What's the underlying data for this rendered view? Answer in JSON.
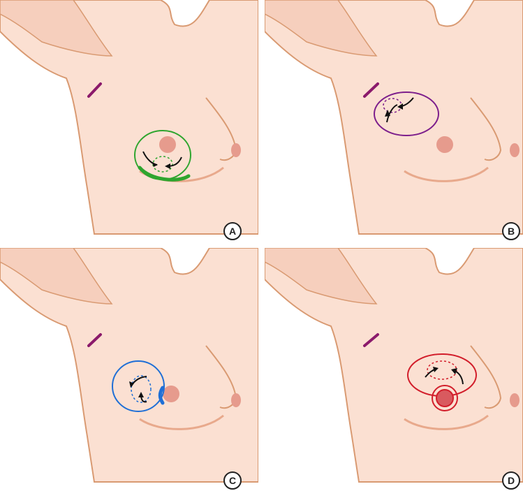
{
  "panels": [
    {
      "label": "A",
      "technique_color": "#2ea52e"
    },
    {
      "label": "B",
      "technique_color": "#7d1f8c"
    },
    {
      "label": "C",
      "technique_color": "#1f6fd6"
    },
    {
      "label": "D",
      "technique_color": "#d21e2b"
    }
  ],
  "colors": {
    "skin": "#fbe0d2",
    "skin_shadow": "#f1c2ac",
    "outline": "#d99a72",
    "areola": "#e69b8d",
    "axillary_mark": "#8b1a6b",
    "arrow": "#111111"
  }
}
